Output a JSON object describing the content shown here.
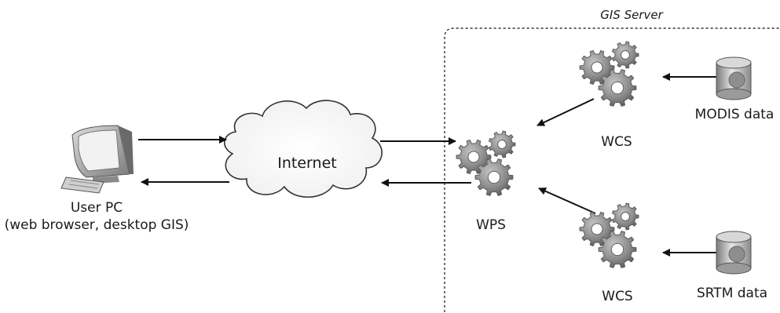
{
  "server": {
    "title": "GIS Server"
  },
  "nodes": {
    "user_pc": {
      "label_line1": "User PC",
      "label_line2": "(web browser, desktop GIS)"
    },
    "internet": {
      "label": "Internet"
    },
    "wps": {
      "label": "WPS"
    },
    "wcs_top": {
      "label": "WCS"
    },
    "wcs_bottom": {
      "label": "WCS"
    },
    "modis": {
      "label": "MODIS data"
    },
    "srtm": {
      "label": "SRTM data"
    }
  },
  "colors": {
    "gear": "#8a8a8a",
    "gear_dark": "#5e5e5e",
    "line": "#111111",
    "border": "#333333"
  }
}
